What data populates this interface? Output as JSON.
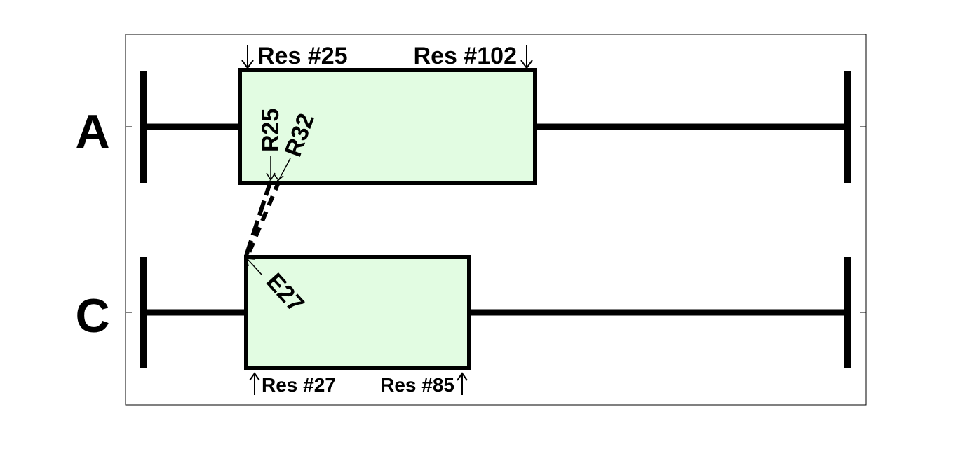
{
  "chains": [
    {
      "label": "A",
      "start_label": "Res #25",
      "end_label": "Res #102"
    },
    {
      "label": "C",
      "start_label": "Res #27",
      "end_label": "Res #85"
    }
  ],
  "contact": {
    "from_residues": [
      "R25",
      "R32"
    ],
    "to_residue": "E27"
  },
  "colors": {
    "box_fill": "#e2fce2",
    "line": "#000000",
    "frame": "#000000",
    "background": "#ffffff"
  }
}
